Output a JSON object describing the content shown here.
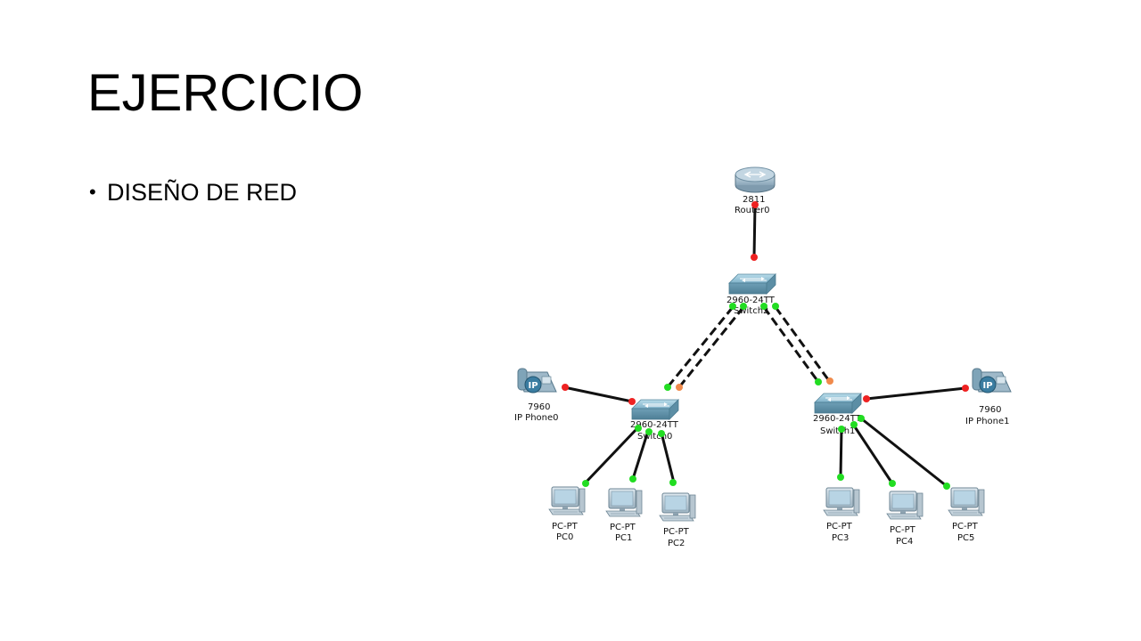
{
  "slide": {
    "title": "EJERCICIO",
    "bullets": [
      {
        "marker": "•",
        "text": "DISEÑO DE RED"
      }
    ]
  },
  "diagram": {
    "colors": {
      "link": "#111111",
      "port_up": "#22dd22",
      "port_down": "#ee2222",
      "port_amber": "#f08a4b",
      "device": "#7fb2c9"
    },
    "nodes": {
      "router0": {
        "model": "2811",
        "name": "Router0",
        "icon": "router-icon"
      },
      "switch2": {
        "model": "2960-24TT",
        "name": "Switch2",
        "icon": "switch-icon"
      },
      "switch0": {
        "model": "2960-24TT",
        "name": "Switch0",
        "icon": "switch-icon"
      },
      "switch1": {
        "model": "2960-24TT",
        "name": "Switch1",
        "icon": "switch-icon"
      },
      "phone0": {
        "model": "7960",
        "name": "IP Phone0",
        "icon": "ip-phone-icon"
      },
      "phone1": {
        "model": "7960",
        "name": "IP Phone1",
        "icon": "ip-phone-icon"
      },
      "pc0": {
        "model": "PC-PT",
        "name": "PC0",
        "icon": "pc-icon"
      },
      "pc1": {
        "model": "PC-PT",
        "name": "PC1",
        "icon": "pc-icon"
      },
      "pc2": {
        "model": "PC-PT",
        "name": "PC2",
        "icon": "pc-icon"
      },
      "pc3": {
        "model": "PC-PT",
        "name": "PC3",
        "icon": "pc-icon"
      },
      "pc4": {
        "model": "PC-PT",
        "name": "PC4",
        "icon": "pc-icon"
      },
      "pc5": {
        "model": "PC-PT",
        "name": "PC5",
        "icon": "pc-icon"
      }
    }
  }
}
